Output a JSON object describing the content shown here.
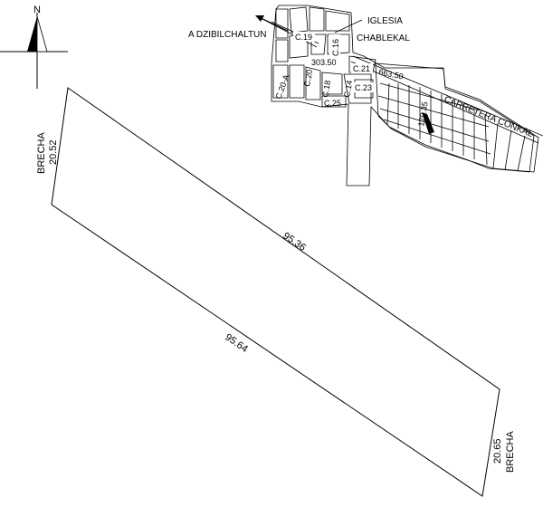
{
  "north": {
    "letter": "N"
  },
  "locality": {
    "church": "IGLESIA",
    "town": "CHABLEKAL",
    "to_dzibilchaltun": "A DZIBILCHALTUN",
    "highway": "CARRETERA CONKAL"
  },
  "streets": {
    "c19": "C.19",
    "c16": "C.16",
    "c20a": "C.20-A",
    "c20": "C.20",
    "c18": "C.18",
    "c14": "C.14",
    "c21": "C.21",
    "c23": "C.23",
    "c25": "C.25"
  },
  "distances": {
    "d1": "303.50",
    "d2": "663.50",
    "d3": "170.35"
  },
  "parcel": {
    "top_side": "95.36",
    "bottom_side": "95.64",
    "left_side": "20.52",
    "left_label": "BRECHA",
    "right_side": "20.65",
    "right_label": "BRECHA"
  }
}
